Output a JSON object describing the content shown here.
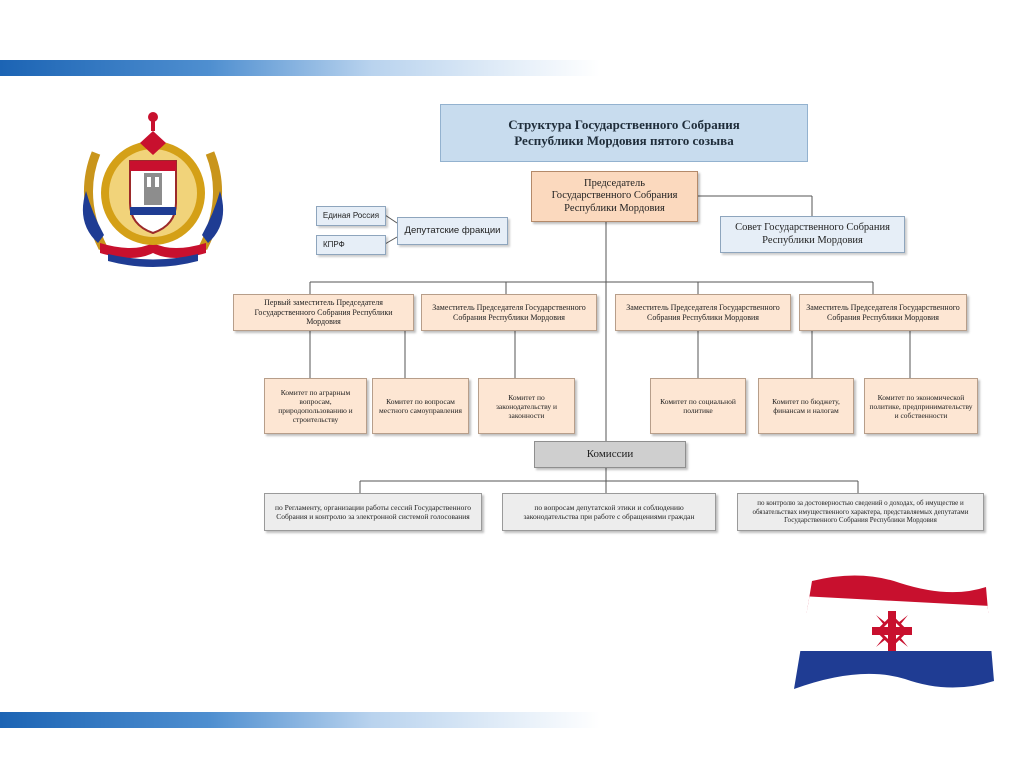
{
  "title": "Структура Государственного Собрания Республики Мордовия пятого созыва",
  "chairman": "Председатель Государственного Собрания Республики Мордовия",
  "council": "Совет Государственного Собрания Республики Мордовия",
  "factions": {
    "label": "Депутатские фракции",
    "items": [
      "Единая Россия",
      "КПРФ"
    ]
  },
  "first_deputy": "Первый заместитель Председателя Государственного Собрания Республики Мордовия",
  "deputy": "Заместитель Председателя Государственного Собрания Республики Мордовия",
  "committees": [
    "Комитет по аграрным вопросам, природопользованию и строительству",
    "Комитет по вопросам местного самоуправления",
    "Комитет по законодательству и законности",
    "Комитет по социальной политике",
    "Комитет по бюджету, финансам и налогам",
    "Комитет по экономической политике, предпринимательству и собственности"
  ],
  "commissions": {
    "label": "Комиссии",
    "items": [
      "по Регламенту, организации работы сессий Государственного Собрания и контролю за электронной системой голосования",
      "по вопросам депутатской этики и соблюдению законодательства при работе с обращениями граждан",
      "по контролю за достоверностью сведений о доходах, об имуществе и обязательствах имущественного характера, представляемых депутатами Государственного Собрания Республики Мордовия"
    ]
  },
  "emblem": {
    "colors": [
      "#c8102e",
      "#ffffff",
      "#1f3c93",
      "#d4a017"
    ]
  },
  "flag": {
    "colors": [
      "#c8102e",
      "#ffffff",
      "#1f3c93"
    ],
    "icon": "mordovia-flag"
  }
}
